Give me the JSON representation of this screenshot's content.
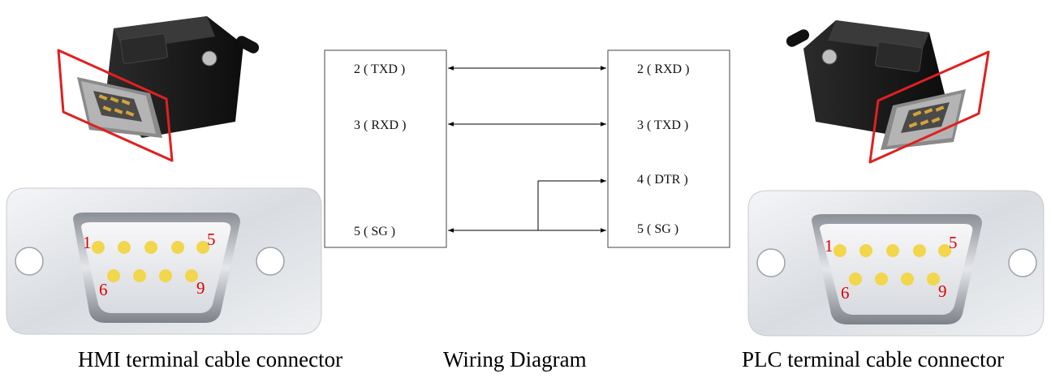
{
  "colors": {
    "highlight": "#e02020",
    "pin": "#f2d64b",
    "pin_number": "#e00000",
    "connector_body": "#1c1c1c",
    "shell": "#c9ccd2"
  },
  "hmi_connector": {
    "caption": "HMI terminal cable connector",
    "pins": {
      "first": "1",
      "fifth": "5",
      "sixth": "6",
      "ninth": "9"
    }
  },
  "plc_connector": {
    "caption": "PLC terminal cable connector",
    "pins": {
      "first": "1",
      "fifth": "5",
      "sixth": "6",
      "ninth": "9"
    }
  },
  "wiring": {
    "caption": "Wiring Diagram",
    "left_pins": [
      "2 ( TXD )",
      "3 ( RXD )",
      "5 ( SG )"
    ],
    "right_pins": [
      "2 ( RXD )",
      "3 ( TXD )",
      "4 ( DTR )",
      "5 ( SG )"
    ]
  }
}
